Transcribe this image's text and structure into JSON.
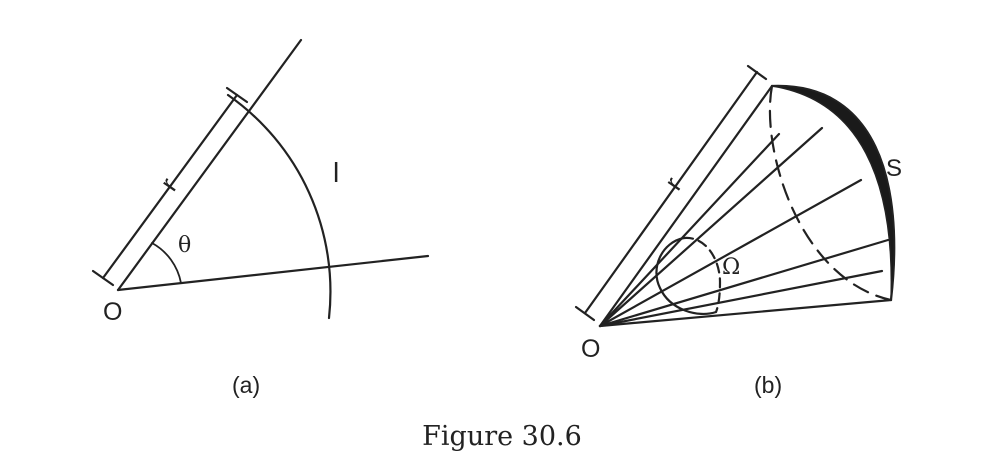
{
  "panel_a": {
    "origin_label": "O",
    "radius_label": "r",
    "arc_label": "l",
    "angle_label": "θ",
    "caption": "(a)"
  },
  "panel_b": {
    "origin_label": "O",
    "radius_label": "r",
    "surface_label": "S",
    "solid_angle_label": "Ω",
    "caption": "(b)"
  },
  "figure_caption": "Figure 30.6",
  "colors": {
    "ink": "#222222",
    "surface_fill": "#1a1a1a",
    "background": "#ffffff"
  }
}
